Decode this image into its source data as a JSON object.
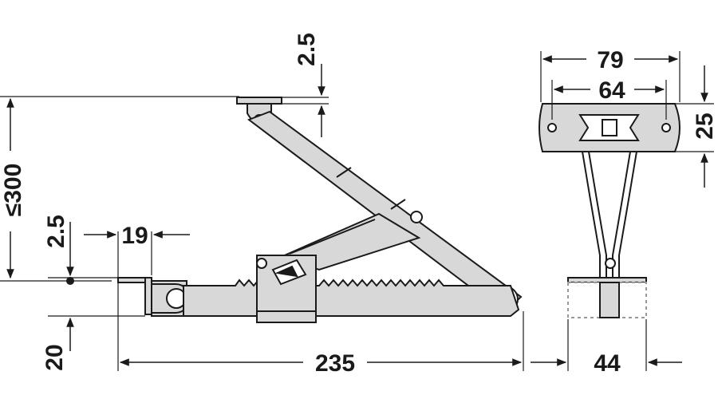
{
  "dimensions": {
    "max_height": "≤300",
    "gap_top": "2.5",
    "gap_left": "2.5",
    "plate_width": "19",
    "base_depth": "20",
    "overall_length": "235",
    "plate_length": "79",
    "hole_spacing": "64",
    "plate_height": "25",
    "bracket_depth": "44"
  },
  "colors": {
    "part_fill": "#d8d8d8",
    "line": "#1a1a1a"
  }
}
